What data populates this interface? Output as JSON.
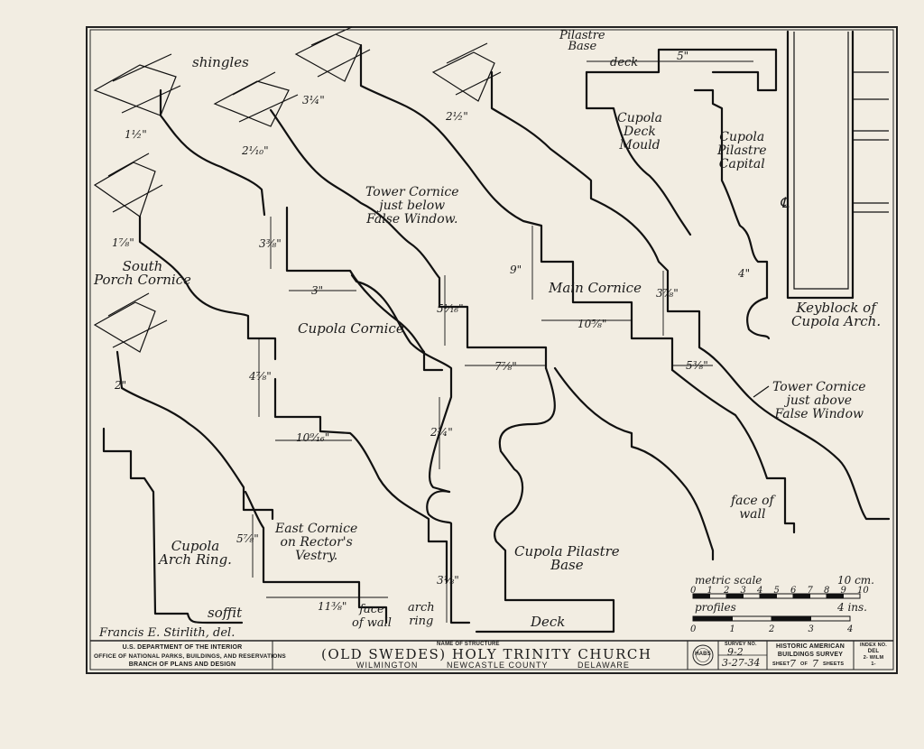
{
  "labels": {
    "shingles": "shingles",
    "south_porch_cornice": "South\nPorch Cornice",
    "tower_cornice_below": "Tower Cornice\njust below\nFalse Window.",
    "cupola_cornice": "Cupola Cornice",
    "main_cornice": "Main Cornice",
    "east_cornice": "East Cornice\non Rector's\nVestry.",
    "cupola_arch_ring": "Cupola\nArch Ring.",
    "soffit": "soffit",
    "face_of_wall_1": "face\nof wall",
    "arch_ring": "arch\nring",
    "cupola_pilastre_base": "Cupola Pilastre\nBase",
    "deck_bottom": "Deck",
    "pilastre_base_top": "Pilastre\nBase",
    "deck_top": "deck",
    "cupola_deck_mould": "Cupola\nDeck\nMould",
    "cupola_pilastre_capital": "Cupola\nPilastre\nCapital",
    "keyblock": "Keyblock of\nCupola Arch.",
    "tower_cornice_above": "Tower Cornice\njust above\nFalse Window",
    "face_of_wall_2": "face of\nwall",
    "centerline": "℄",
    "delineator": "Francis E. Stirlith, del."
  },
  "dimensions": {
    "d1": "1½\"",
    "d2": "2¹⁄₁₀\"",
    "d3": "3¼\"",
    "d4": "2½\"",
    "d5": "1⅞\"",
    "d6": "2\"",
    "d7": "3⅜\"",
    "d8": "3\"",
    "d9": "4⅞\"",
    "d10": "10⁹⁄₁₆\"",
    "d11": "5⅞\"",
    "d12": "11⅜\"",
    "d13": "5¹⁄₁₆\"",
    "d14": "2¾\"",
    "d15": "3⅛\"",
    "d16": "7⅞\"",
    "d17": "9\"",
    "d18": "10⅝\"",
    "d19": "3⅞\"",
    "d20": "5⅜\"",
    "d21": "4\"",
    "d22": "5\""
  },
  "scale": {
    "metric_title": "metric scale",
    "metric_unit": "10 cm.",
    "metric_ticks": [
      "0",
      "1",
      "2",
      "3",
      "4",
      "5",
      "6",
      "7",
      "8",
      "9",
      "10"
    ],
    "profiles_title": "profiles",
    "profiles_unit": "4 ins.",
    "profiles_ticks": [
      "0",
      "1",
      "2",
      "3",
      "4"
    ]
  },
  "title_block": {
    "dept_line1": "U.S. DEPARTMENT OF THE INTERIOR",
    "dept_line2": "OFFICE OF NATIONAL PARKS, BUILDINGS, AND RESERVATIONS",
    "dept_line3": "BRANCH OF PLANS AND DESIGN",
    "name_caption": "NAME OF STRUCTURE",
    "structure_name": "(OLD SWEDES) HOLY TRINITY CHURCH",
    "city": "WILMINGTON",
    "county": "NEWCASTLE COUNTY",
    "state": "DELAWARE",
    "seal": "HABS",
    "survey_caption": "SURVEY NO.",
    "survey_no": "9-2",
    "date": "3-27-34",
    "habs_line1": "HISTORIC AMERICAN",
    "habs_line2": "BUILDINGS SURVEY",
    "sheet_word": "SHEET",
    "sheet_no": "7",
    "of_word": "OF",
    "sheet_total": "7",
    "sheets_word": "SHEETS",
    "index_caption": "INDEX NO.",
    "index_1": "DEL",
    "index_2": "2- WILM",
    "index_3": "1-"
  }
}
